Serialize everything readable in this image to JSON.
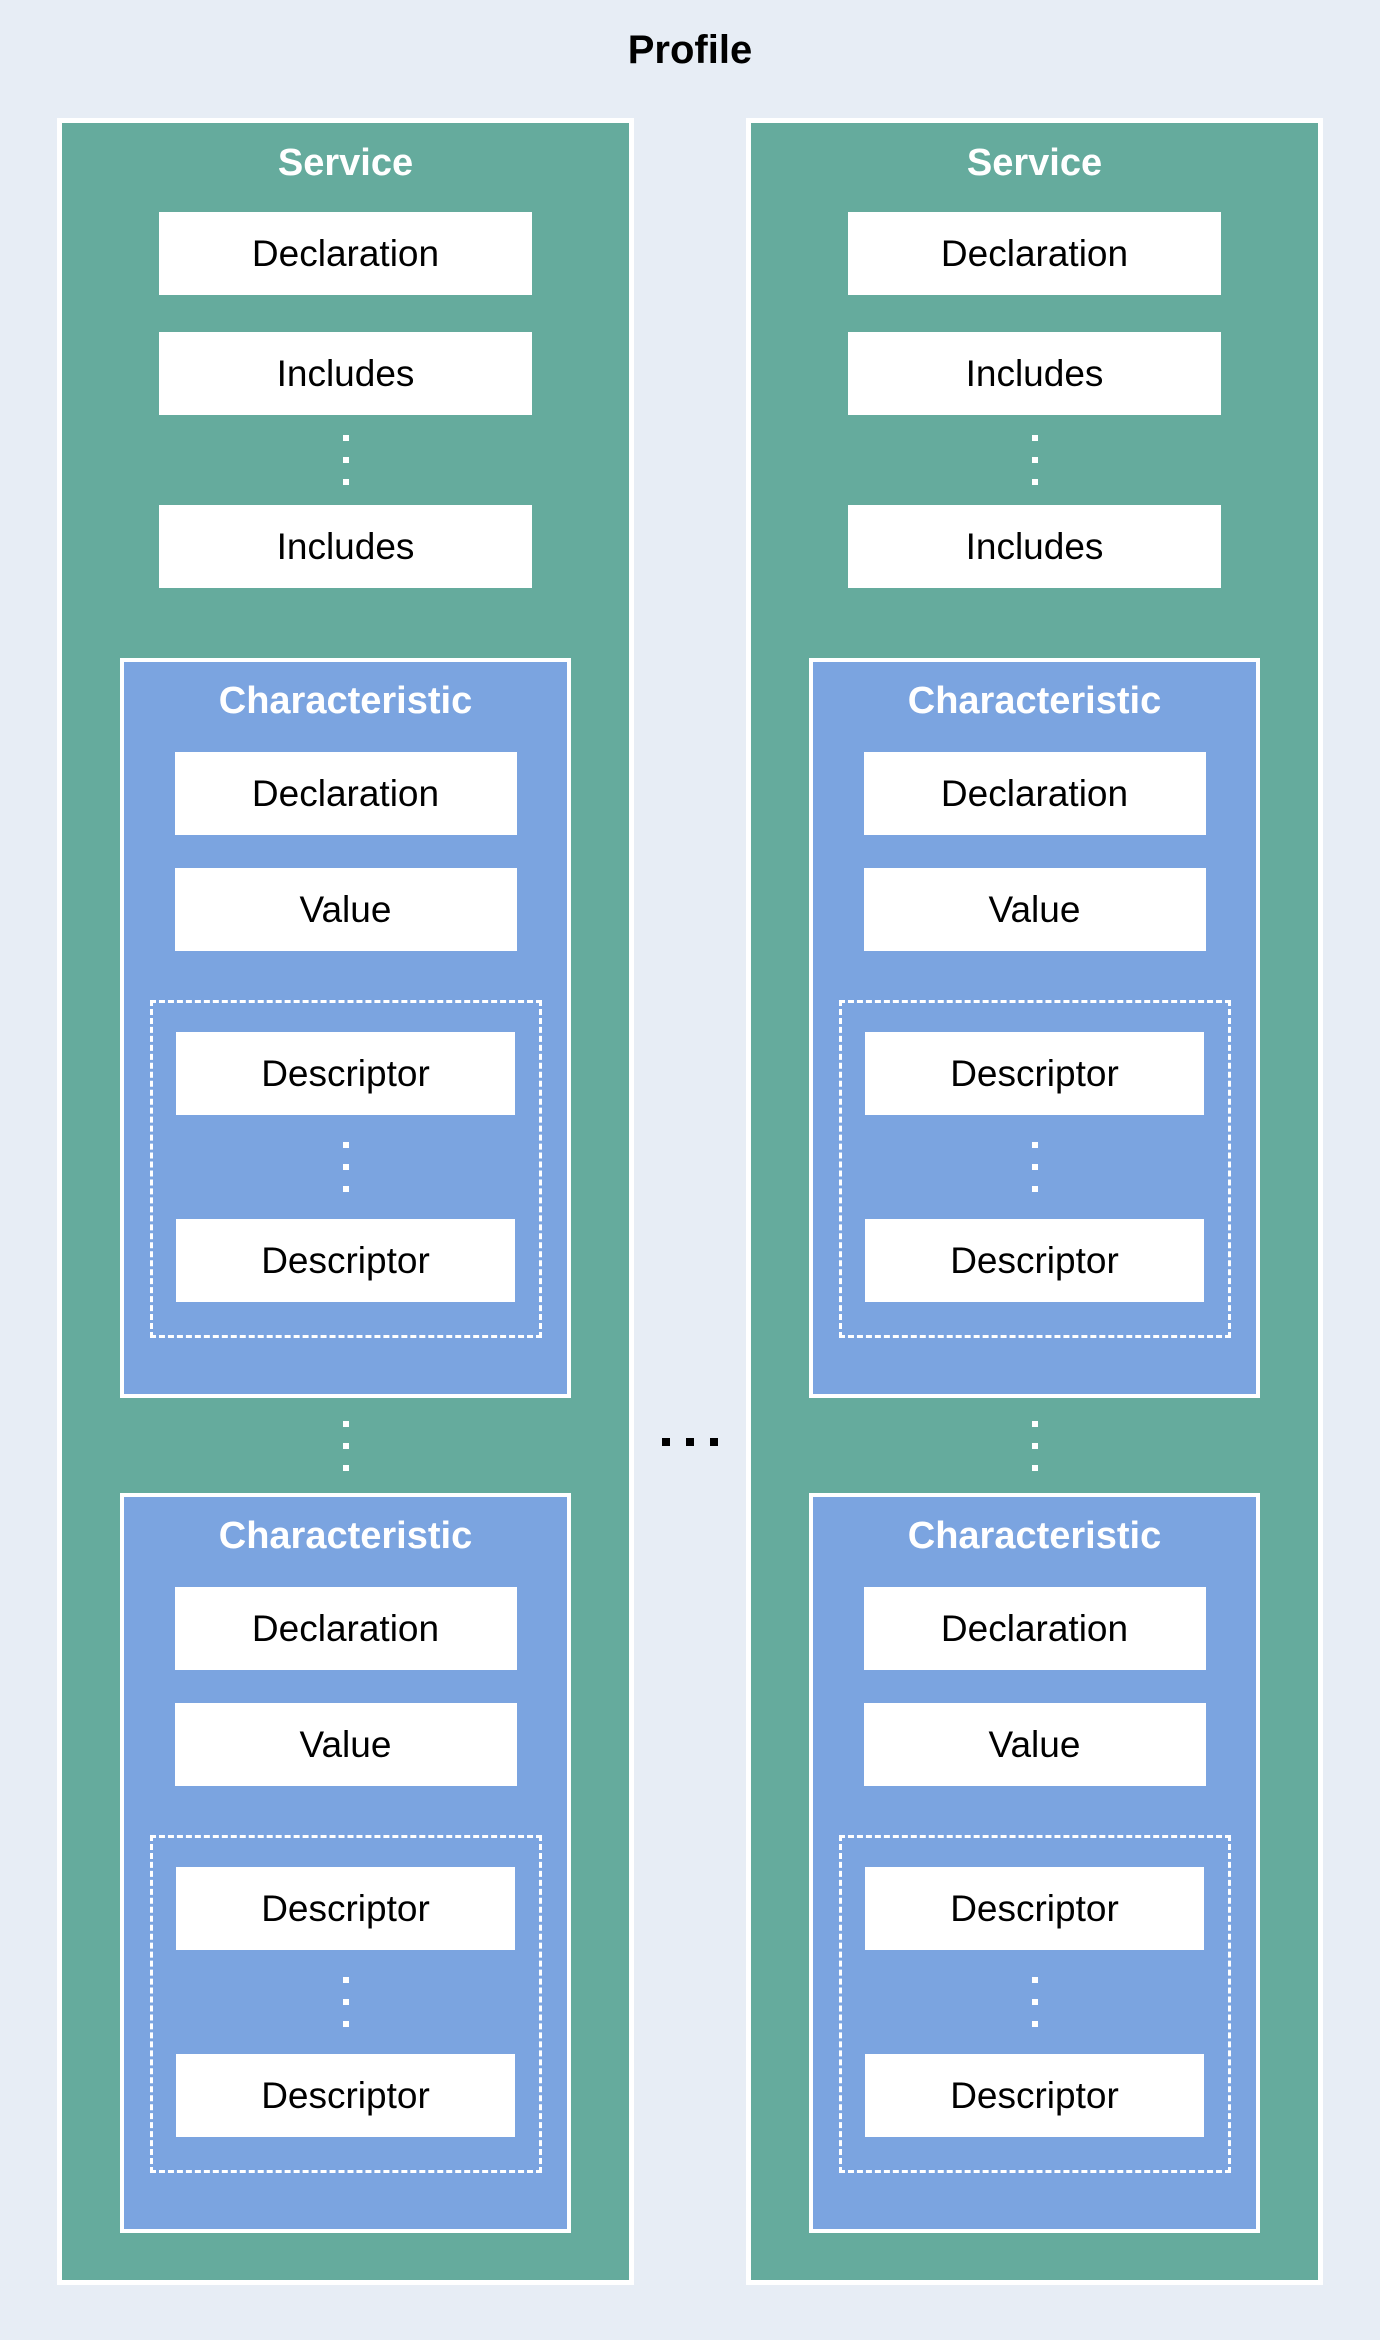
{
  "page": {
    "title": "Profile"
  },
  "colors": {
    "background": "#e7edf5",
    "service_fill": "#65ab9d",
    "characteristic_fill": "#7ba4e0",
    "box_fill": "#ffffff",
    "border": "#ffffff",
    "title_text": "#000000",
    "box_text": "#000000",
    "container_title_text": "#ffffff"
  },
  "icons": {
    "vertical_ellipsis": "⋮",
    "horizontal_ellipsis": "…"
  },
  "services": [
    {
      "title": "Service",
      "declaration": "Declaration",
      "includes": [
        "Includes",
        "Includes"
      ],
      "characteristics": [
        {
          "title": "Characteristic",
          "declaration": "Declaration",
          "value": "Value",
          "descriptors": [
            "Descriptor",
            "Descriptor"
          ]
        },
        {
          "title": "Characteristic",
          "declaration": "Declaration",
          "value": "Value",
          "descriptors": [
            "Descriptor",
            "Descriptor"
          ]
        }
      ]
    },
    {
      "title": "Service",
      "declaration": "Declaration",
      "includes": [
        "Includes",
        "Includes"
      ],
      "characteristics": [
        {
          "title": "Characteristic",
          "declaration": "Declaration",
          "value": "Value",
          "descriptors": [
            "Descriptor",
            "Descriptor"
          ]
        },
        {
          "title": "Characteristic",
          "declaration": "Declaration",
          "value": "Value",
          "descriptors": [
            "Descriptor",
            "Descriptor"
          ]
        }
      ]
    }
  ]
}
